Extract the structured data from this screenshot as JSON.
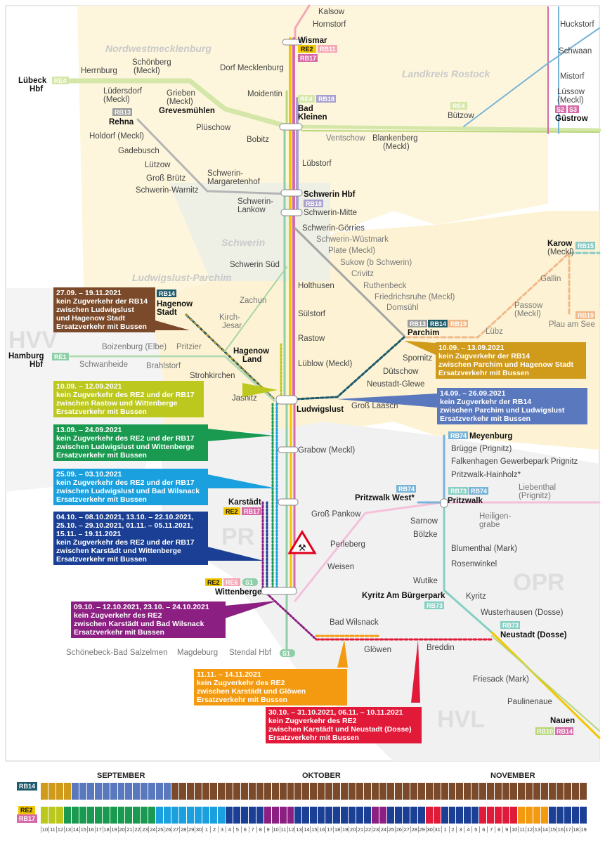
{
  "regions": {
    "nwm": "Nordwestmecklenburg",
    "lro": "Landkreis Rostock",
    "sn": "Schwerin",
    "lup": "Ludwigslust-Parchim",
    "hvv": "HVV",
    "pr": "PR",
    "opr": "OPR",
    "hvl": "HVL"
  },
  "colors": {
    "re2": "#f2c600",
    "rb17": "#d66aa8",
    "rb14": "#1d5a6a",
    "re4": "#b8d67a",
    "rb13": "#9e9e9e",
    "rb18": "#a9a0cf",
    "rb15": "#86c9c4",
    "rb19": "#f1b98a",
    "s1": "#8fcfa8",
    "rb74": "#79b4d8",
    "rb73": "#7fcfc3"
  },
  "stations": {
    "kalsow": "Kalsow",
    "hornstorf": "Hornstorf",
    "wismar": "Wismar",
    "dorf_meckl": "Dorf Mecklenburg",
    "moidentin": "Moidentin",
    "bad_kleinen_1": "Bad",
    "bad_kleinen_2": "Kleinen",
    "luebeck_1": "Lübeck",
    "luebeck_2": "Hbf",
    "herrnburg": "Herrnburg",
    "schoenberg_1": "Schönberg",
    "schoenberg_2": "(Meckl)",
    "luedersdorf_1": "Lüdersdorf",
    "luedersdorf_2": "(Meckl)",
    "grieben_1": "Grieben",
    "grieben_2": "(Meckl)",
    "grevesmuehlen": "Grevesmühlen",
    "plueschow": "Plüschow",
    "bobitz": "Bobitz",
    "ventschow": "Ventschow",
    "blankenberg_1": "Blankenberg",
    "blankenberg_2": "(Meckl)",
    "buetzow": "Bützow",
    "huckstorf": "Huckstorf",
    "schwaan": "Schwaan",
    "mistorf": "Mistorf",
    "luessow_1": "Lüssow",
    "luessow_2": "(Meckl)",
    "guestrow": "Güstrow",
    "rehna": "Rehna",
    "holdorf": "Holdorf (Meckl)",
    "gadebusch": "Gadebusch",
    "luetzow": "Lützow",
    "gross_bruetz": "Groß Brütz",
    "schwerin_warnitz": "Schwerin-Warnitz",
    "schwerin_marg_1": "Schwerin-",
    "schwerin_marg_2": "Margaretenhof",
    "schwerin_lankow_1": "Schwerin-",
    "schwerin_lankow_2": "Lankow",
    "luebstorf": "Lübstorf",
    "schwerin_hbf": "Schwerin Hbf",
    "schwerin_mitte": "Schwerin-Mitte",
    "schwerin_goerries": "Schwerin-Görries",
    "schwerin_wuestmark": "Schwerin-Wüstmark",
    "plate": "Plate (Meckl)",
    "sukow": "Sukow (b Schwerin)",
    "crivitz": "Crivitz",
    "ruthenbeck": "Ruthenbeck",
    "friedrichsruhe": "Friedrichsruhe (Meckl)",
    "domsuehl": "Domsühl",
    "parchim": "Parchim",
    "schwerin_sued": "Schwerin Süd",
    "holthusen": "Holthusen",
    "suelstorf": "Sülstorf",
    "rastow": "Rastow",
    "lueblow": "Lüblow (Meckl)",
    "ludwigslust": "Ludwigslust",
    "zachun": "Zachun",
    "kirch_jesar_1": "Kirch-",
    "kirch_jesar_2": "Jesar",
    "hagenow_stadt_1": "Hagenow",
    "hagenow_stadt_2": "Stadt",
    "hagenow_land_1": "Hagenow",
    "hagenow_land_2": "Land",
    "hamburg_1": "Hamburg",
    "hamburg_2": "Hbf",
    "boizenburg": "Boizenburg (Elbe)",
    "pritzier": "Pritzier",
    "schwanheide": "Schwanheide",
    "brahlstorf": "Brahlstorf",
    "strohkirchen": "Strohkirchen",
    "jasnitz": "Jasnitz",
    "spornitz": "Spornitz",
    "duetschow": "Dütschow",
    "neustadt_glewe": "Neustadt-Glewe",
    "gross_laasch": "Groß Laasch",
    "karow_1": "Karow",
    "karow_2": "(Meckl)",
    "gallin": "Gallin",
    "passow_1": "Passow",
    "passow_2": "(Meckl)",
    "luebz": "Lübz",
    "plau": "Plau am See",
    "grabow": "Grabow (Meckl)",
    "karstaedt": "Karstädt",
    "gross_pankow": "Groß Pankow",
    "perleberg": "Perleberg",
    "weisen": "Weisen",
    "wittenberge": "Wittenberge",
    "bad_wilsnack": "Bad Wilsnack",
    "gloewen": "Glöwen",
    "breddin": "Breddin",
    "neustadt_dosse": "Neustadt (Dosse)",
    "meyenburg": "Meyenburg",
    "bruegge": "Brügge (Prignitz)",
    "falkenhagen": "Falkenhagen Gewerbepark Prignitz",
    "pritzwalk_hainholz": "Pritzwalk-Hainholz*",
    "pritzwalk_west": "Pritzwalk West*",
    "pritzwalk": "Pritzwalk",
    "liebenthal_1": "Liebenthal",
    "liebenthal_2": "(Prignitz)",
    "heiligengrabe_1": "Heiligen-",
    "heiligengrabe_2": "grabe",
    "sarnow": "Sarnow",
    "boelzke": "Bölzke",
    "blumenthal": "Blumenthal (Mark)",
    "rosenwinkel": "Rosenwinkel",
    "wutike": "Wutike",
    "kyritz_bp": "Kyritz Am Bürgerpark",
    "kyritz": "Kyritz",
    "wusterhausen": "Wusterhausen (Dosse)",
    "friesack": "Friesack (Mark)",
    "paulinenaue": "Paulinenaue",
    "nauen": "Nauen",
    "schoenebeck": "Schönebeck-Bad Salzelmen",
    "magdeburg": "Magdeburg",
    "stendal": "Stendal Hbf"
  },
  "line_labels": {
    "re2": "RE2",
    "rb11": "RB11",
    "rb17": "RB17",
    "re4": "RE4",
    "rb18": "RB18",
    "rb13": "RB13",
    "rb14": "RB14",
    "rb19": "RB19",
    "rb15": "RB15",
    "re1": "RE1",
    "rb74": "RB74",
    "rb73": "RB73",
    "re6": "RE6",
    "s1": "S1",
    "s2": "S2",
    "s3": "S3",
    "rb10": "RB10"
  },
  "notices": [
    {
      "id": "n1",
      "color": "#7a4a2a",
      "lines": [
        "27.09. – 19.11.2021",
        "kein Zugverkehr der RB14",
        "zwischen Ludwigslust",
        "und Hagenow Stadt",
        "Ersatzverkehr mit Bussen"
      ]
    },
    {
      "id": "n2",
      "color": "#d09a1a",
      "lines": [
        "10.09. – 13.09.2021",
        "kein Zugverkehr der RB14",
        "zwischen Parchim und Hagenow Stadt",
        "Ersatzverkehr mit Bussen"
      ]
    },
    {
      "id": "n3",
      "color": "#bcc81e",
      "lines": [
        "10.09. – 12.09.2021",
        "kein Zugverkehr des RE2 und der RB17",
        "zwischen Rastow und Wittenberge",
        "Ersatzverkehr mit Bussen"
      ]
    },
    {
      "id": "n4",
      "color": "#5a78be",
      "lines": [
        "14.09. – 26.09.2021",
        "kein Zugverkehr der RB14",
        "zwischen Parchim und Ludwigslust",
        "Ersatzverkehr mit Bussen"
      ]
    },
    {
      "id": "n5",
      "color": "#1a9a50",
      "lines": [
        "13.09. – 24.09.2021",
        "kein Zugverkehr des RE2 und der RB17",
        "zwischen Ludwigslust und Wittenberge",
        "Ersatzverkehr mit Bussen"
      ]
    },
    {
      "id": "n6",
      "color": "#1aa0de",
      "lines": [
        "25.09. – 03.10.2021",
        "kein Zugverkehr des RE2 und der RB17",
        "zwischen Ludwigslust und Bad Wilsnack",
        "Ersatzverkehr mit Bussen"
      ]
    },
    {
      "id": "n7",
      "color": "#1a3f94",
      "lines": [
        "04.10. – 08.10.2021, 13.10. – 22.10.2021,",
        "25.10. – 29.10.2021, 01.11. – 05.11.2021,",
        "15.11. – 19.11.2021",
        "kein Zugverkehr des RE2 und der RB17",
        "zwischen Karstädt und Wittenberge",
        "Ersatzverkehr mit Bussen"
      ]
    },
    {
      "id": "n8",
      "color": "#8c1f82",
      "lines": [
        "09.10. – 12.10.2021, 23.10. – 24.10.2021",
        "kein Zugverkehr des RE2",
        "zwischen Karstädt und Bad Wilsnack",
        "Ersatzverkehr mit Bussen"
      ]
    },
    {
      "id": "n9",
      "color": "#f39a10",
      "lines": [
        "11.11. – 14.11.2021",
        "kein Zugverkehr des RE2",
        "zwischen Karstädt und Glöwen",
        "Ersatzverkehr mit Bussen"
      ]
    },
    {
      "id": "n10",
      "color": "#e01a38",
      "lines": [
        "30.10. – 31.10.2021, 06.11. – 10.11.2021",
        "kein Zugverkehr des RE2",
        "zwischen Karstädt und Neustadt (Dosse)",
        "Ersatzverkehr mit Bussen"
      ]
    }
  ],
  "calendar": {
    "months": [
      "SEPTEMBER",
      "OKTOBER",
      "NOVEMBER"
    ],
    "rb14_label": "RB14",
    "re2_label": "RE2",
    "rb17_label": "RB17",
    "days": [
      "10",
      "11",
      "12",
      "13",
      "14",
      "15",
      "16",
      "17",
      "18",
      "19",
      "20",
      "21",
      "22",
      "23",
      "24",
      "25",
      "26",
      "27",
      "28",
      "29",
      "30",
      "1",
      "2",
      "3",
      "4",
      "5",
      "6",
      "7",
      "8",
      "9",
      "10",
      "11",
      "12",
      "13",
      "14",
      "15",
      "16",
      "17",
      "18",
      "19",
      "20",
      "21",
      "22",
      "23",
      "24",
      "25",
      "26",
      "27",
      "28",
      "29",
      "30",
      "31",
      "1",
      "2",
      "3",
      "4",
      "5",
      "6",
      "7",
      "8",
      "9",
      "10",
      "11",
      "12",
      "13",
      "14",
      "15",
      "16",
      "17",
      "18",
      "19"
    ],
    "rb14_colors": [
      "#d09a1a",
      "#d09a1a",
      "#d09a1a",
      "#d09a1a",
      "#5a78be",
      "#5a78be",
      "#5a78be",
      "#5a78be",
      "#5a78be",
      "#5a78be",
      "#5a78be",
      "#5a78be",
      "#5a78be",
      "#5a78be",
      "#5a78be",
      "#5a78be",
      "#5a78be",
      "#7a4a2a",
      "#7a4a2a",
      "#7a4a2a",
      "#7a4a2a",
      "#7a4a2a",
      "#7a4a2a",
      "#7a4a2a",
      "#7a4a2a",
      "#7a4a2a",
      "#7a4a2a",
      "#7a4a2a",
      "#7a4a2a",
      "#7a4a2a",
      "#7a4a2a",
      "#7a4a2a",
      "#7a4a2a",
      "#7a4a2a",
      "#7a4a2a",
      "#7a4a2a",
      "#7a4a2a",
      "#7a4a2a",
      "#7a4a2a",
      "#7a4a2a",
      "#7a4a2a",
      "#7a4a2a",
      "#7a4a2a",
      "#7a4a2a",
      "#7a4a2a",
      "#7a4a2a",
      "#7a4a2a",
      "#7a4a2a",
      "#7a4a2a",
      "#7a4a2a",
      "#7a4a2a",
      "#7a4a2a",
      "#7a4a2a",
      "#7a4a2a",
      "#7a4a2a",
      "#7a4a2a",
      "#7a4a2a",
      "#7a4a2a",
      "#7a4a2a",
      "#7a4a2a",
      "#7a4a2a",
      "#7a4a2a",
      "#7a4a2a",
      "#7a4a2a",
      "#7a4a2a",
      "#7a4a2a",
      "#7a4a2a",
      "#7a4a2a",
      "#7a4a2a",
      "#7a4a2a",
      "#7a4a2a"
    ],
    "re2_colors": [
      "#bcc81e",
      "#bcc81e",
      "#bcc81e",
      "#1a9a50",
      "#1a9a50",
      "#1a9a50",
      "#1a9a50",
      "#1a9a50",
      "#1a9a50",
      "#1a9a50",
      "#1a9a50",
      "#1a9a50",
      "#1a9a50",
      "#1a9a50",
      "#1a9a50",
      "#1aa0de",
      "#1aa0de",
      "#1aa0de",
      "#1aa0de",
      "#1aa0de",
      "#1aa0de",
      "#1aa0de",
      "#1aa0de",
      "#1aa0de",
      "#1a3f94",
      "#1a3f94",
      "#1a3f94",
      "#1a3f94",
      "#1a3f94",
      "#8c1f82",
      "#8c1f82",
      "#8c1f82",
      "#8c1f82",
      "#1a3f94",
      "#1a3f94",
      "#1a3f94",
      "#1a3f94",
      "#1a3f94",
      "#1a3f94",
      "#1a3f94",
      "#1a3f94",
      "#1a3f94",
      "#1a3f94",
      "#8c1f82",
      "#8c1f82",
      "#1a3f94",
      "#1a3f94",
      "#1a3f94",
      "#1a3f94",
      "#1a3f94",
      "#e01a38",
      "#e01a38",
      "#1a3f94",
      "#1a3f94",
      "#1a3f94",
      "#1a3f94",
      "#1a3f94",
      "#e01a38",
      "#e01a38",
      "#e01a38",
      "#e01a38",
      "#e01a38",
      "#f39a10",
      "#f39a10",
      "#f39a10",
      "#f39a10",
      "#1a3f94",
      "#1a3f94",
      "#1a3f94",
      "#1a3f94",
      "#1a3f94"
    ]
  }
}
